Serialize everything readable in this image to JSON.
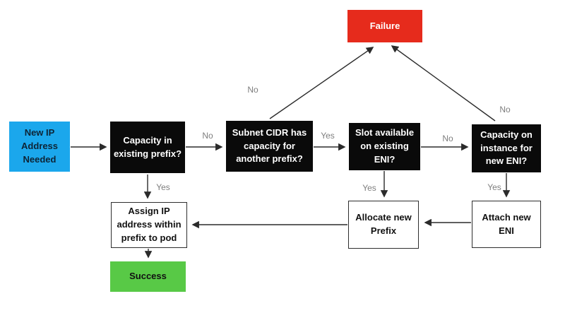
{
  "diagram": {
    "type": "flowchart",
    "nodes": {
      "new_ip": {
        "label": "New IP\nAddress\nNeeded",
        "shape": "rect",
        "color": "#1BA7EC",
        "text_color": "#0D2436"
      },
      "cap_existing_prefix": {
        "label": "Capacity in\nexisting prefix?",
        "shape": "rect",
        "color": "#0A0A0A",
        "text_color": "#FFFFFF"
      },
      "subnet_cidr": {
        "label": "Subnet CIDR has\ncapacity for\nanother prefix?",
        "shape": "rect",
        "color": "#0A0A0A",
        "text_color": "#FFFFFF"
      },
      "slot_available": {
        "label": "Slot available\non existing\nENI?",
        "shape": "rect",
        "color": "#0A0A0A",
        "text_color": "#FFFFFF"
      },
      "cap_instance": {
        "label": "Capacity on\ninstance for\nnew ENI?",
        "shape": "rect",
        "color": "#0A0A0A",
        "text_color": "#FFFFFF"
      },
      "failure": {
        "label": "Failure",
        "shape": "rect",
        "color": "#E62B1C",
        "text_color": "#FFFFFF"
      },
      "assign_ip": {
        "label": "Assign IP\naddress within\nprefix to pod",
        "shape": "rect",
        "color": "#FFFFFF",
        "text_color": "#111111"
      },
      "allocate_prefix": {
        "label": "Allocate new\nPrefix",
        "shape": "rect",
        "color": "#FFFFFF",
        "text_color": "#111111"
      },
      "attach_eni": {
        "label": "Attach new\nENI",
        "shape": "rect",
        "color": "#FFFFFF",
        "text_color": "#111111"
      },
      "success": {
        "label": "Success",
        "shape": "rect",
        "color": "#58C946",
        "text_color": "#111111"
      }
    },
    "edge_labels": {
      "no_capacity_to_subnet": "No",
      "yes_subnet_to_slot": "Yes",
      "no_slot_to_instance": "No",
      "no_subnet_to_failure": "No",
      "no_instance_to_failure": "No",
      "yes_capacity_to_assign": "Yes",
      "yes_slot_to_allocate": "Yes",
      "yes_instance_to_attach": "Yes"
    },
    "colors": {
      "background": "#FFFFFF",
      "arrow": "#2B2B2B",
      "edge_label": "#7E7E7E",
      "start_blue": "#1BA7EC",
      "decision_black": "#0A0A0A",
      "failure_red": "#E62B1C",
      "success_green": "#58C946"
    }
  }
}
